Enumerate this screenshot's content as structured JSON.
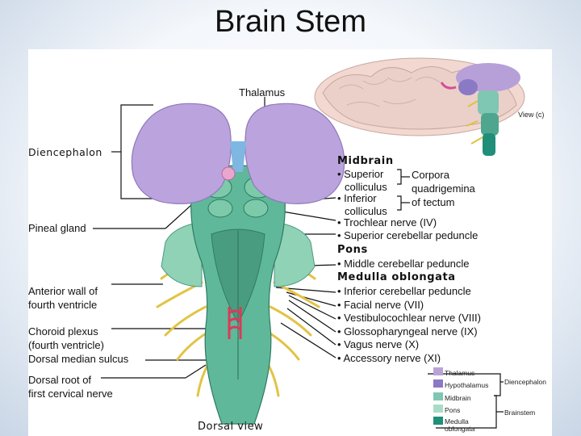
{
  "title": "Brain Stem",
  "labels": {
    "thalamus_top": "Thalamus",
    "view": "View (c)",
    "diencephalon": "Diencephalon",
    "pineal": "Pineal gland",
    "anterior_1": "Anterior wall of",
    "anterior_2": "fourth ventricle",
    "choroid_1": "Choroid plexus",
    "choroid_2": "(fourth ventricle)",
    "dorsal_median": "Dorsal median sulcus",
    "dorsal_root_1": "Dorsal root of",
    "dorsal_root_2": "first cervical nerve",
    "dorsal_view": "Dorsal view"
  },
  "midbrain": {
    "heading": "Midbrain",
    "superior_1": "• Superior",
    "superior_2": "colliculus",
    "inferior_1": "• Inferior",
    "inferior_2": "colliculus",
    "corpora_1": "Corpora",
    "corpora_2": "quadrigemina",
    "corpora_3": "of tectum",
    "trochlear": "• Trochlear nerve (IV)",
    "sup_peduncle": "• Superior cerebellar peduncle"
  },
  "pons": {
    "heading": "Pons",
    "middle": "• Middle cerebellar peduncle"
  },
  "medulla": {
    "heading": "Medulla oblongata",
    "items": [
      "• Inferior cerebellar peduncle",
      "• Facial nerve (VII)",
      "• Vestibulocochlear nerve (VIII)",
      "• Glossopharyngeal nerve (IX)",
      "• Vagus nerve (X)",
      "• Accessory nerve (XI)"
    ]
  },
  "legend": {
    "items": [
      {
        "label": "Thalamus",
        "color": "#b9a3d6"
      },
      {
        "label": "Hypothalamus",
        "color": "#8a79c4"
      },
      {
        "label": "Midbrain",
        "color": "#7fc6b3"
      },
      {
        "label": "Pons",
        "color": "#a9dcc8"
      },
      {
        "label": "Medulla oblongata",
        "color": "#1f8f7a"
      }
    ],
    "group_diencephalon": "Diencephalon",
    "group_brainstem": "Brainstem"
  }
}
